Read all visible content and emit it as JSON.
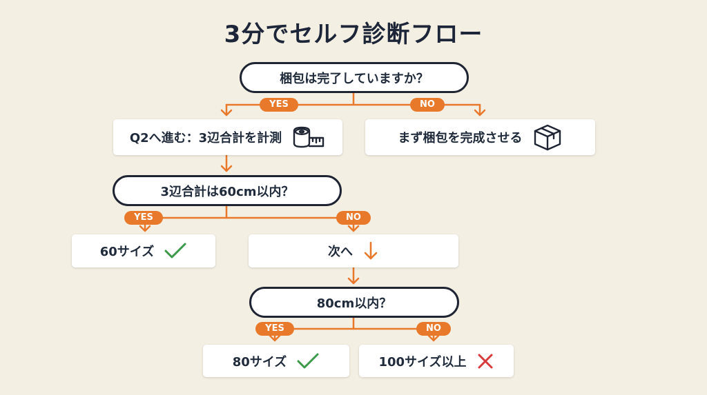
{
  "title": "3分でセルフ診断フロー",
  "questions": {
    "q1": "梱包は完了していますか？",
    "q2": "3辺合計は60cm以内？",
    "q3": "80cm以内？"
  },
  "labels": {
    "yes": "YES",
    "no": "NO"
  },
  "results": {
    "go_q2": "Q2へ進む：3辺合計を計測",
    "finish_packing": "まず梱包を完成させる",
    "size60": "60サイズ",
    "next": "次へ",
    "size80": "80サイズ",
    "size100": "100サイズ以上"
  },
  "icons": {
    "measure": "tape-measure-icon",
    "box": "box-icon",
    "ok": "check-icon",
    "arrow": "down-arrow-icon",
    "ng": "cross-icon"
  },
  "colors": {
    "accent": "#e8782a",
    "check": "#3a9a4a",
    "cross": "#d63a3a",
    "dark": "#1e2432",
    "background": "#f4efe3"
  }
}
